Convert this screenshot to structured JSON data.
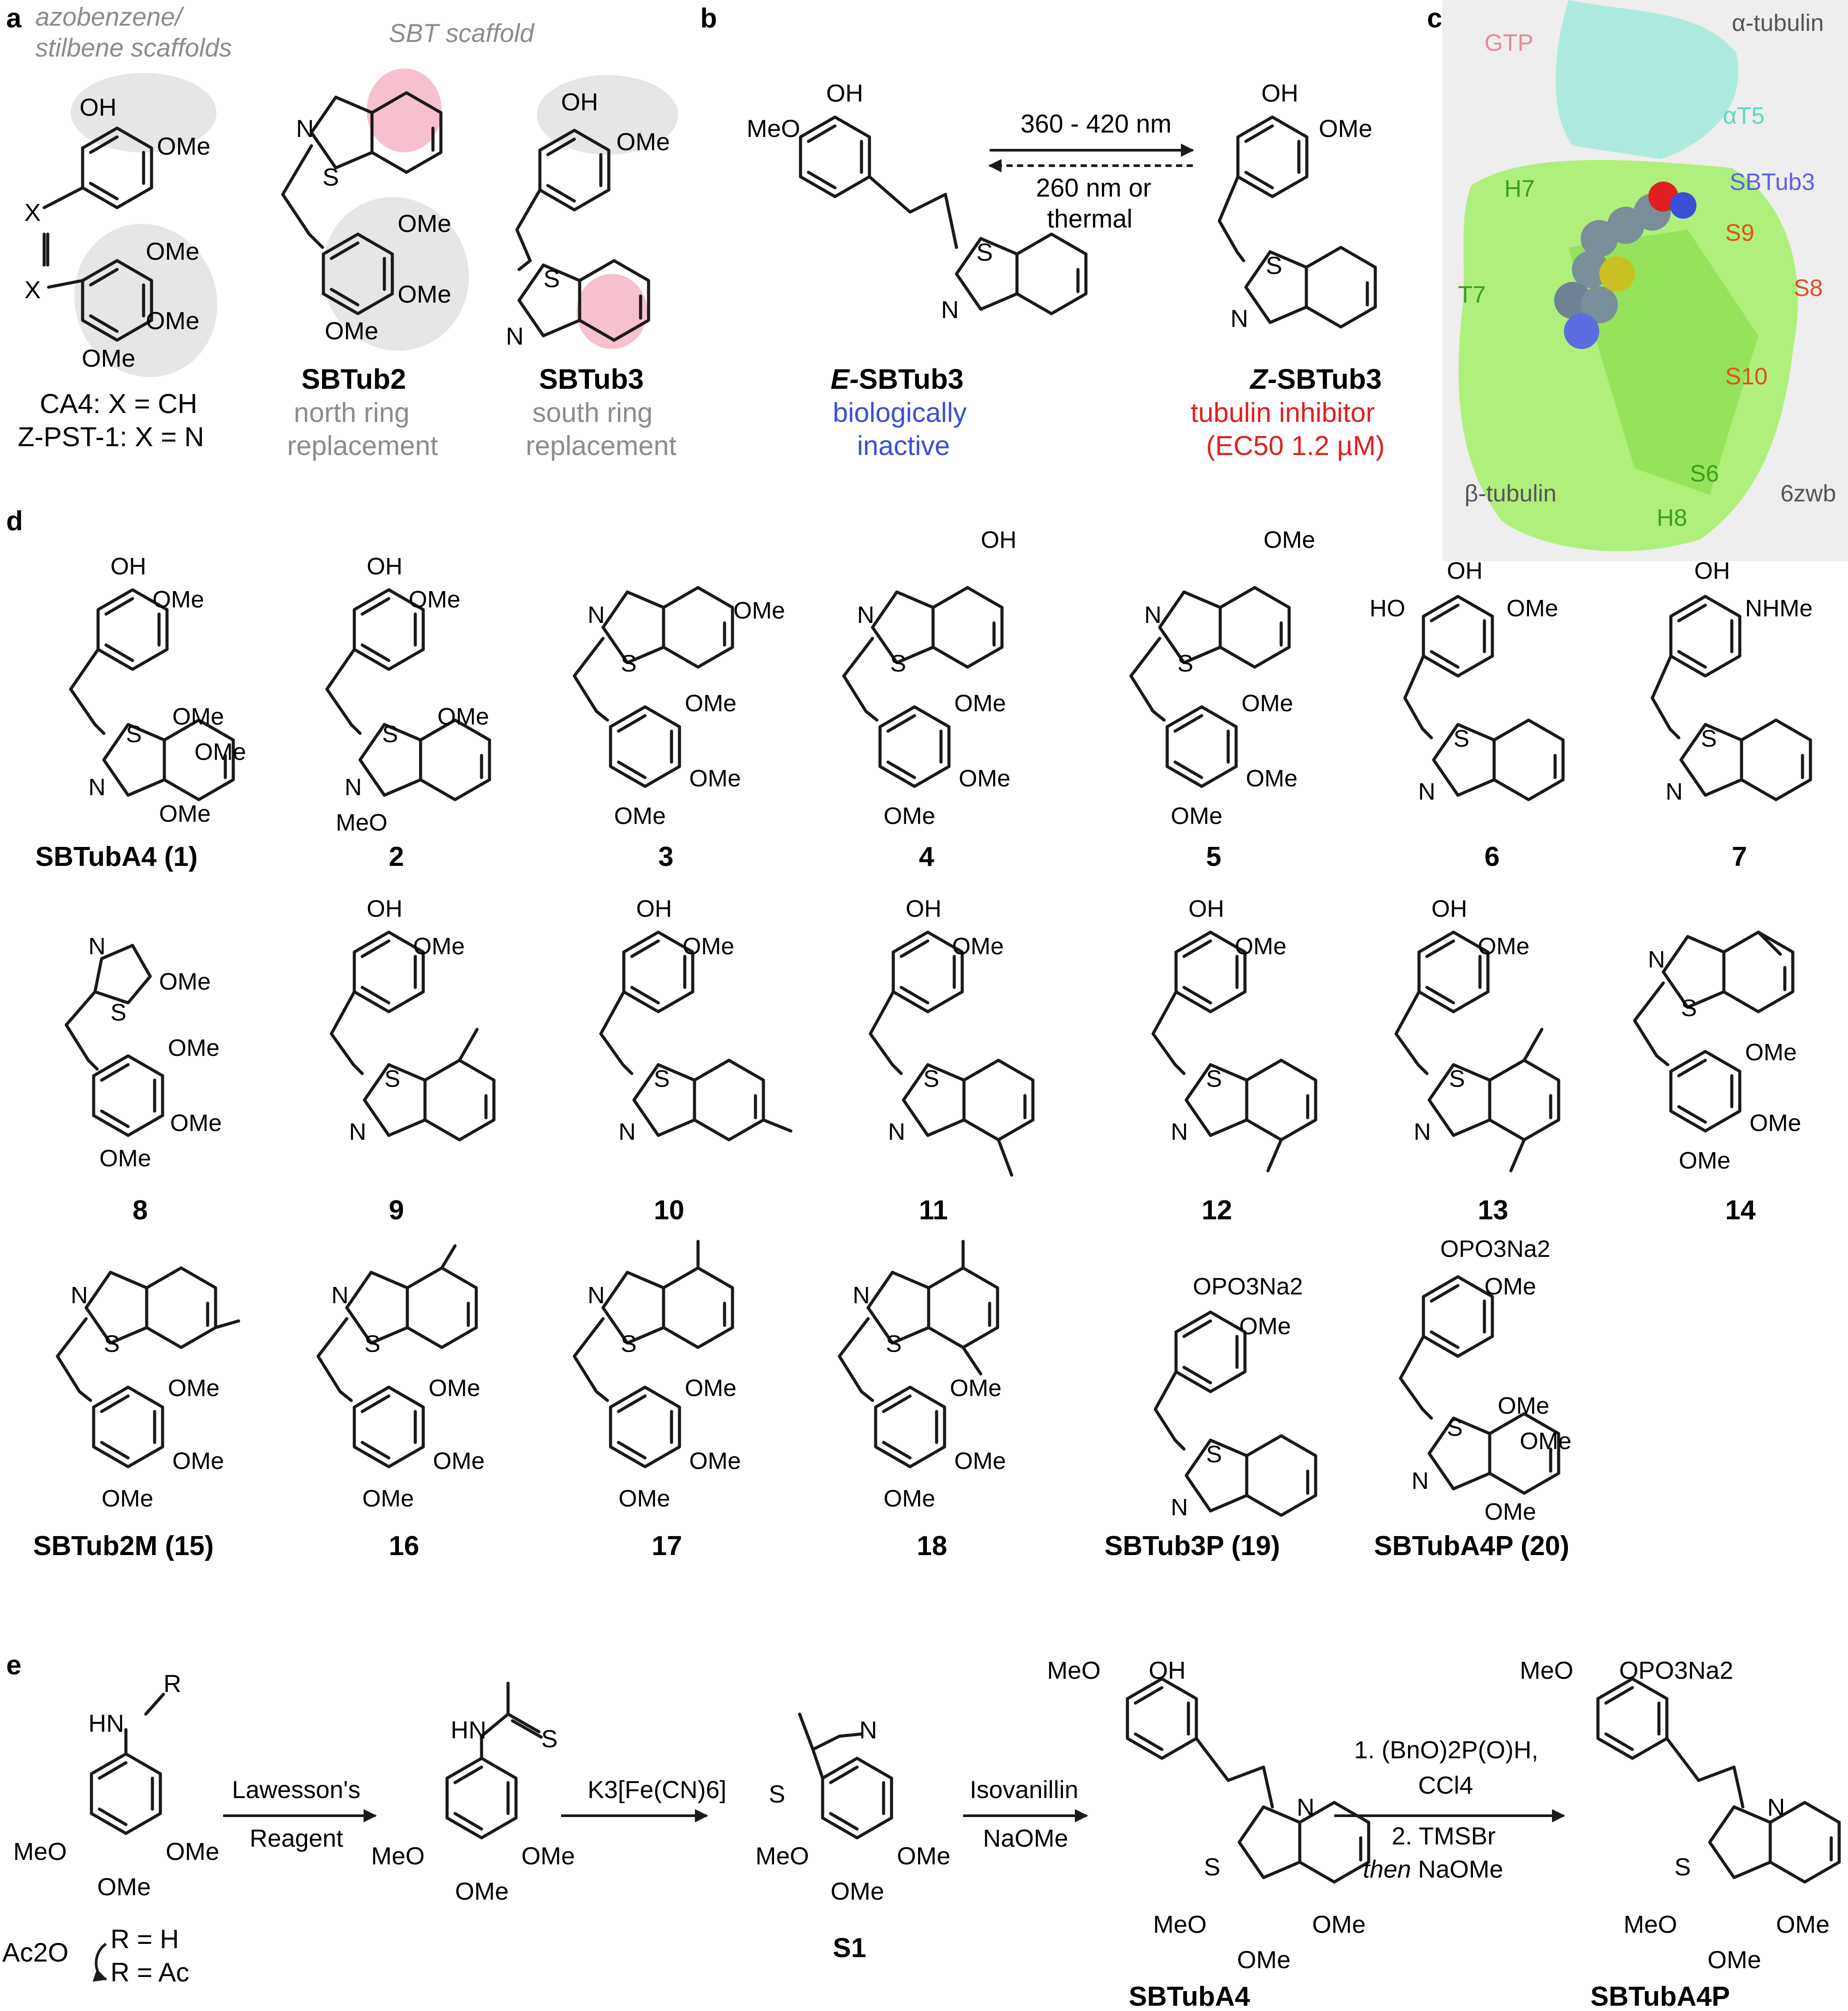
{
  "panels": {
    "a": {
      "letter": "a",
      "scaffold_note": "azobenzene/ stilbene scaffolds",
      "scaffold_note_line1": "azobenzene/",
      "scaffold_note_line2": "stilbene scaffolds",
      "sbt_note": "SBT scaffold",
      "compounds": [
        {
          "name_line1": "CA4: X = CH",
          "name_line2": "Z-PST-1: X = N",
          "substituents": [
            "OH",
            "OMe",
            "OMe",
            "OMe",
            "OMe",
            "X",
            "X"
          ]
        },
        {
          "name": "SBTub2",
          "caption_line1": "north ring",
          "caption_line2": "replacement",
          "substituents": [
            "N",
            "S",
            "OMe",
            "OMe",
            "OMe"
          ]
        },
        {
          "name": "SBTub3",
          "caption_line1": "south ring",
          "caption_line2": "replacement",
          "substituents": [
            "OH",
            "OMe",
            "S",
            "N"
          ]
        }
      ]
    },
    "b": {
      "letter": "b",
      "forward": "360 - 420 nm",
      "reverse_line1": "260 nm or",
      "reverse_line2": "thermal",
      "left": {
        "prefix": "E-",
        "name": "SBTub3",
        "desc_line1": "biologically",
        "desc_line2": "inactive",
        "substituents": [
          "MeO",
          "OH",
          "S",
          "N"
        ]
      },
      "right": {
        "prefix": "Z-",
        "name": "SBTub3",
        "desc_line1": "tubulin inhibitor",
        "desc_line2": "(EC50 1.2 µM)",
        "substituents": [
          "OH",
          "OMe",
          "S",
          "N"
        ]
      }
    },
    "c": {
      "letter": "c",
      "labels": [
        "GTP",
        "α-tubulin",
        "αT5",
        "SBTub3",
        "H7",
        "S9",
        "S8",
        "T7",
        "S10",
        "S6",
        "H8",
        "β-tubulin",
        "6zwb"
      ],
      "colors": {
        "alpha_surface": "#9ee8d8",
        "beta_surface": "#a6ef6e",
        "background": "#eeeeee",
        "gtp": "#e88a9a",
        "sbtub3_label": "#5b62e0",
        "strand_label": "#e0501a",
        "helix_label": "#3aa020",
        "tubulin_label": "#555555"
      }
    },
    "d": {
      "letter": "d",
      "row1": [
        {
          "label": "SBTubA4 (1)",
          "substituents": [
            "OH",
            "OMe",
            "S",
            "N",
            "OMe",
            "OMe",
            "OMe"
          ]
        },
        {
          "label": "2",
          "substituents": [
            "OH",
            "OMe",
            "S",
            "N",
            "OMe",
            "MeO"
          ]
        },
        {
          "label": "3",
          "substituents": [
            "N",
            "S",
            "OMe",
            "OMe",
            "OMe",
            "OMe"
          ]
        },
        {
          "label": "4",
          "substituents": [
            "OH",
            "N",
            "S",
            "OMe",
            "OMe",
            "OMe"
          ]
        },
        {
          "label": "5",
          "substituents": [
            "OMe",
            "N",
            "S",
            "OMe",
            "OMe",
            "OMe"
          ]
        },
        {
          "label": "6",
          "substituents": [
            "OH",
            "HO",
            "OMe",
            "S",
            "N"
          ]
        },
        {
          "label": "7",
          "substituents": [
            "OH",
            "NHMe",
            "S",
            "N"
          ]
        }
      ],
      "row2": [
        {
          "label": "8",
          "substituents": [
            "N",
            "OMe",
            "S",
            "OMe",
            "OMe",
            "OMe"
          ]
        },
        {
          "label": "9",
          "substituents": [
            "OH",
            "OMe",
            "S",
            "N"
          ]
        },
        {
          "label": "10",
          "substituents": [
            "OH",
            "OMe",
            "S",
            "N"
          ]
        },
        {
          "label": "11",
          "substituents": [
            "OH",
            "OMe",
            "S",
            "N"
          ]
        },
        {
          "label": "12",
          "substituents": [
            "OH",
            "OMe",
            "S",
            "N"
          ]
        },
        {
          "label": "13",
          "substituents": [
            "OH",
            "OMe",
            "S",
            "N"
          ]
        },
        {
          "label": "14",
          "substituents": [
            "N",
            "S",
            "OMe",
            "OMe",
            "OMe"
          ]
        }
      ],
      "row3": [
        {
          "label": "SBTub2M (15)",
          "substituents": [
            "N",
            "S",
            "OMe",
            "OMe",
            "OMe"
          ]
        },
        {
          "label": "16",
          "substituents": [
            "N",
            "S",
            "OMe",
            "OMe",
            "OMe"
          ]
        },
        {
          "label": "17",
          "substituents": [
            "N",
            "S",
            "OMe",
            "OMe",
            "OMe"
          ]
        },
        {
          "label": "18",
          "substituents": [
            "N",
            "S",
            "OMe",
            "OMe",
            "OMe"
          ]
        },
        {
          "label": "SBTub3P (19)",
          "substituents": [
            "OPO3Na2",
            "OMe",
            "S",
            "N"
          ]
        },
        {
          "label": "SBTubA4P (20)",
          "substituents": [
            "OPO3Na2",
            "OMe",
            "S",
            "N",
            "OMe",
            "OMe",
            "OMe"
          ]
        }
      ]
    },
    "e": {
      "letter": "e",
      "start": {
        "substituents": [
          "HN",
          "R",
          "MeO",
          "OMe",
          "OMe"
        ],
        "ac2o": "Ac2O",
        "r_h": "R = H",
        "r_ac": "R = Ac"
      },
      "step1": {
        "line1": "Lawesson's",
        "line2": "Reagent"
      },
      "int1": {
        "substituents": [
          "HN",
          "S",
          "MeO",
          "OMe",
          "OMe"
        ]
      },
      "step2": {
        "line1": "K3[Fe(CN)6]"
      },
      "s1": {
        "name": "S1",
        "substituents": [
          "N",
          "S",
          "MeO",
          "OMe",
          "OMe"
        ]
      },
      "step3": {
        "line1": "Isovanillin",
        "line2": "NaOMe"
      },
      "sbtuba4": {
        "name": "SBTubA4",
        "substituents": [
          "MeO",
          "OH",
          "N",
          "S",
          "MeO",
          "OMe",
          "OMe"
        ]
      },
      "step4": {
        "line1": "1. (BnO)2P(O)H,",
        "line2": "CCl4",
        "line3": "2. TMSBr",
        "line4_em": "then",
        "line4": "NaOMe"
      },
      "sbtuba4p": {
        "name": "SBTubA4P",
        "substituents": [
          "MeO",
          "OPO3Na2",
          "N",
          "S",
          "MeO",
          "OMe",
          "OMe"
        ]
      }
    }
  }
}
